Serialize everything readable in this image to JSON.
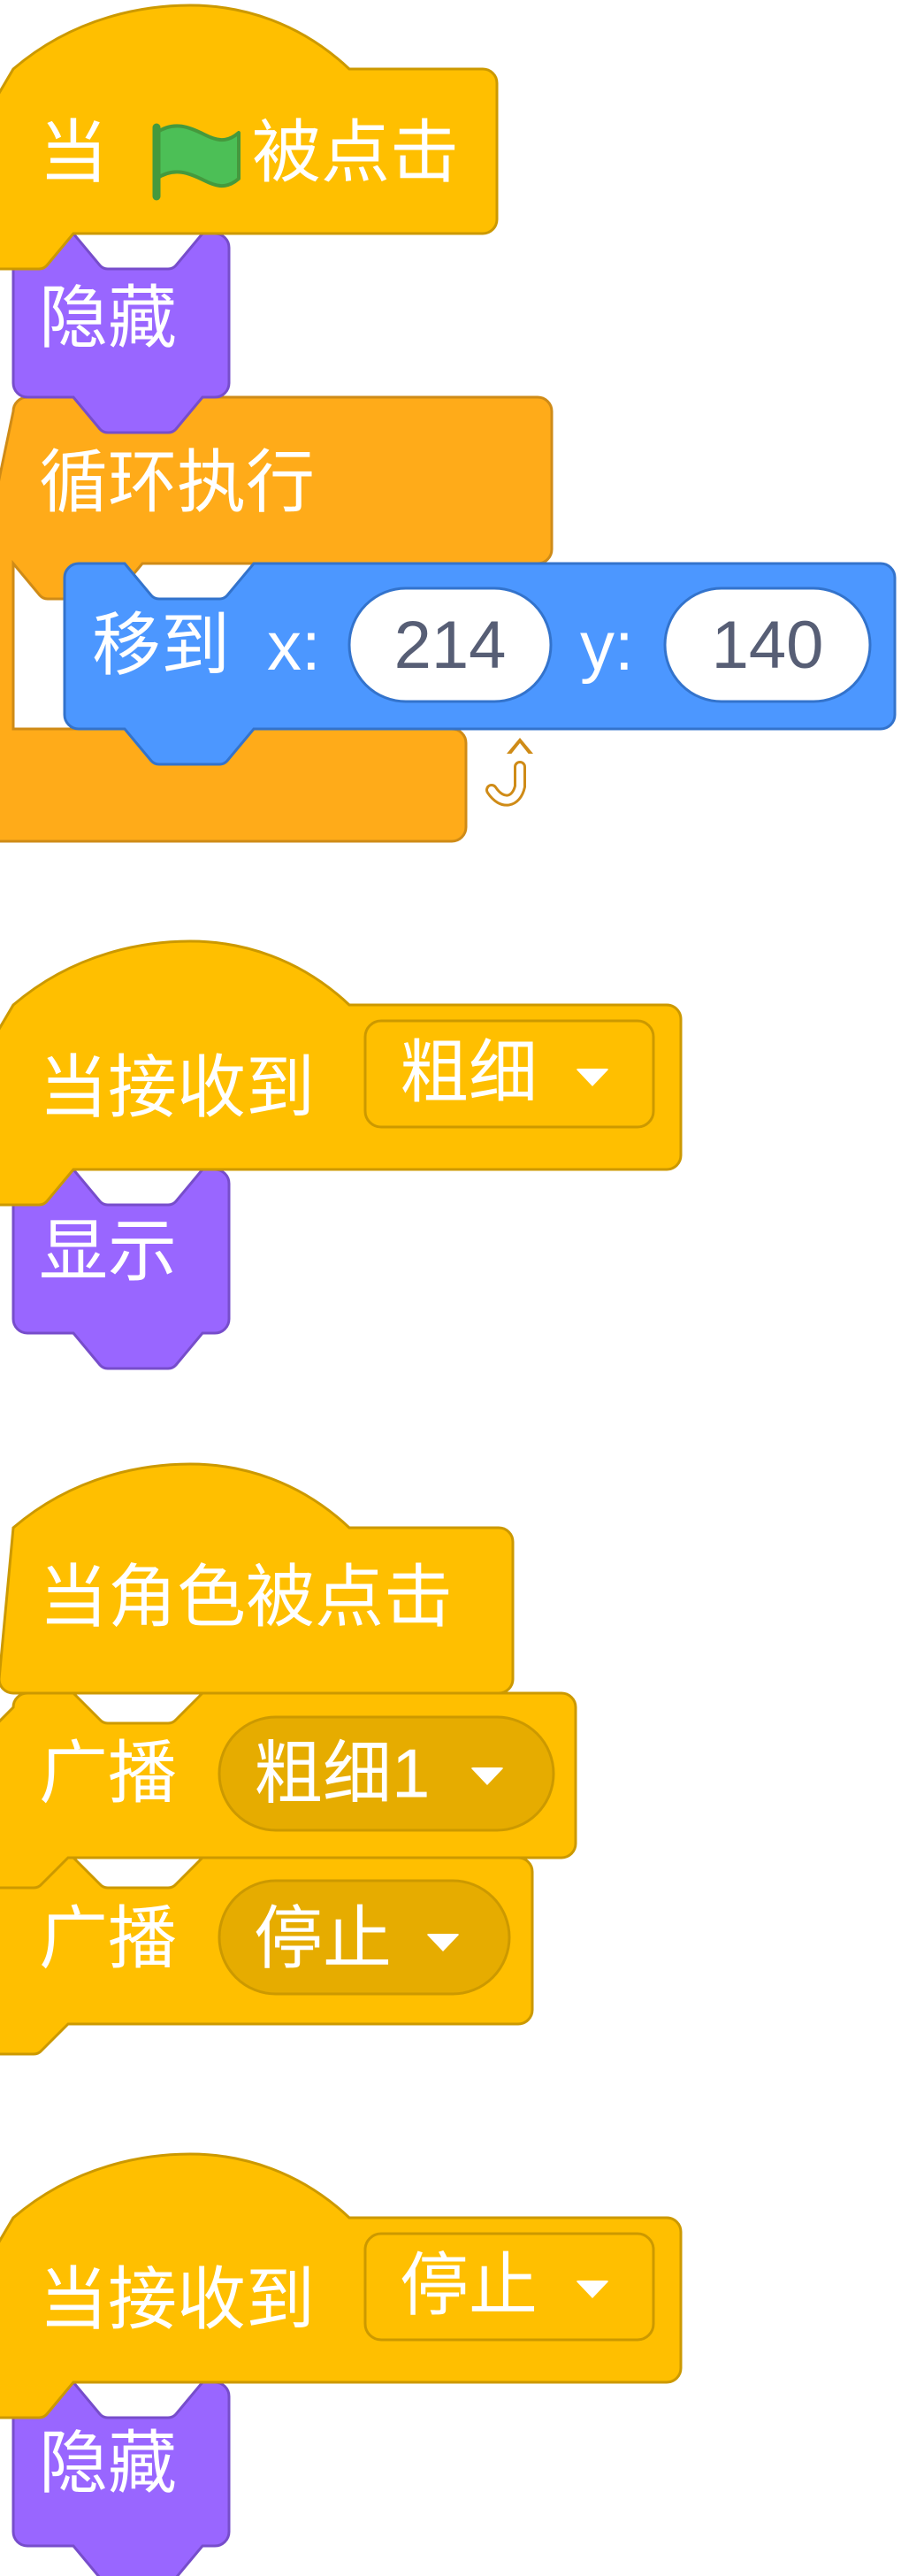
{
  "colors": {
    "events": "#ffbf00",
    "events_border": "#cc9900",
    "events_dark_input": "#e6ac00",
    "looks": "#9966ff",
    "looks_border": "#774dcb",
    "control": "#ffab19",
    "control_border": "#cf8b17",
    "motion": "#4c97ff",
    "motion_border": "#3373cc",
    "flag_green": "#4cbf56",
    "flag_border": "#45993d",
    "number_text": "#575e75"
  },
  "scripts": [
    {
      "hat": {
        "prefix": "当",
        "icon": "green-flag-icon",
        "suffix": "被点击"
      },
      "blocks": [
        {
          "type": "looks",
          "label": "隐藏"
        },
        {
          "type": "control-forever",
          "label": "循环执行",
          "icon": "loop-arrow-icon",
          "inner": {
            "type": "motion",
            "label": "移到",
            "x_label": "x:",
            "x_value": "214",
            "y_label": "y:",
            "y_value": "140"
          }
        }
      ]
    },
    {
      "hat": {
        "label": "当接收到",
        "dropdown": "粗细"
      },
      "blocks": [
        {
          "type": "looks",
          "label": "显示"
        }
      ]
    },
    {
      "hat": {
        "label": "当角色被点击"
      },
      "blocks": [
        {
          "type": "events",
          "label": "广播",
          "dropdown": "粗细1"
        },
        {
          "type": "events",
          "label": "广播",
          "dropdown": "停止"
        }
      ]
    },
    {
      "hat": {
        "label": "当接收到",
        "dropdown": "停止"
      },
      "blocks": [
        {
          "type": "looks",
          "label": "隐藏"
        }
      ]
    }
  ]
}
